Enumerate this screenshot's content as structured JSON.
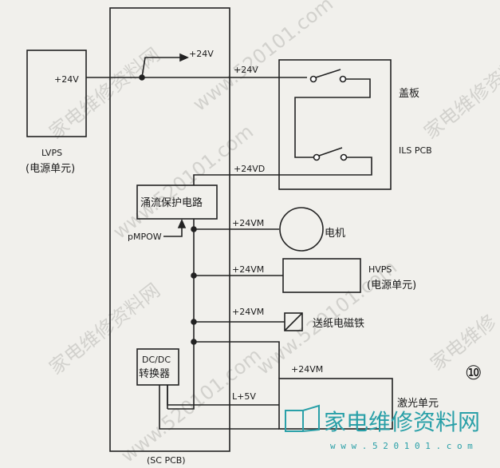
{
  "watermarks": [
    "家电维修资料网",
    "www.520101.com",
    "家电维修资料网",
    "www.520101.com",
    "家电维修资料网",
    "www.520101.com",
    "家电维修资料网",
    "家电维修"
  ],
  "lvps": {
    "label": "LVPS",
    "sub": "(电源单元)",
    "out": "+24V"
  },
  "sc_pcb": {
    "label": "(SC PCB)"
  },
  "cover": {
    "label": "盖板"
  },
  "ils": {
    "label": "ILS PCB"
  },
  "protect": {
    "label": "涌流保护电路",
    "input": "pMPOW"
  },
  "motor": {
    "label": "电机"
  },
  "hvps": {
    "label": "HVPS",
    "sub": "(电源单元)"
  },
  "solenoid": {
    "label": "送纸电磁铁"
  },
  "dcdc": {
    "line1": "DC/DC",
    "line2": "转换器"
  },
  "laser": {
    "label": "激光单元"
  },
  "rails": {
    "in_24v": "+24V",
    "sw_24v": "+24V",
    "v24d": "+24VD",
    "vm_motor": "+24VM",
    "vm_hvps": "+24VM",
    "vm_sol": "+24VM",
    "vm_laser": "+24VM",
    "l5v": "L+5V"
  },
  "figure_no": "⑩",
  "logo": {
    "text": "家电维修资料网",
    "sub": "w w w . 5 2 0 1 0 1 . c o m"
  }
}
